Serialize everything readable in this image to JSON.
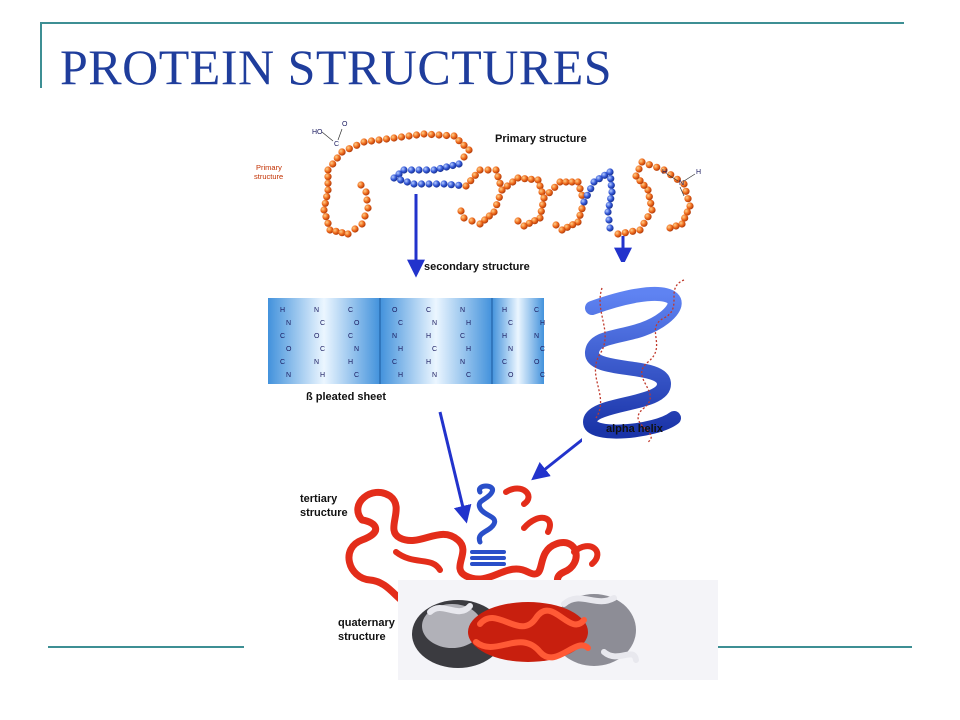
{
  "slide": {
    "title": "PROTEIN STRUCTURES",
    "accent_color": "#3d8f94",
    "title_color": "#1f3d9c"
  },
  "figure": {
    "labels": {
      "primary_small_line1": "Primary",
      "primary_small_line2": "structure",
      "primary": "Primary structure",
      "secondary": "secondary structure",
      "beta_sheet": "ß pleated sheet",
      "alpha_helix": "alpha helix",
      "tertiary_line1": "tertiary",
      "tertiary_line2": "structure",
      "quaternary_line1": "quaternary",
      "quaternary_line2": "structure"
    },
    "chem": {
      "carboxyl_ho": "HO",
      "carboxyl_c": "C",
      "carboxyl_o": "O",
      "amino_h": "H",
      "amino_n": "N"
    },
    "colors": {
      "residue_orange": "#e8641e",
      "residue_blue": "#2a4fc9",
      "arrow": "#2233cc",
      "sheet": "#5aa8e6",
      "helix": "#2a4fd6",
      "tertiary": "#e32d1a",
      "quaternary_gray": "#8d8d96"
    }
  }
}
